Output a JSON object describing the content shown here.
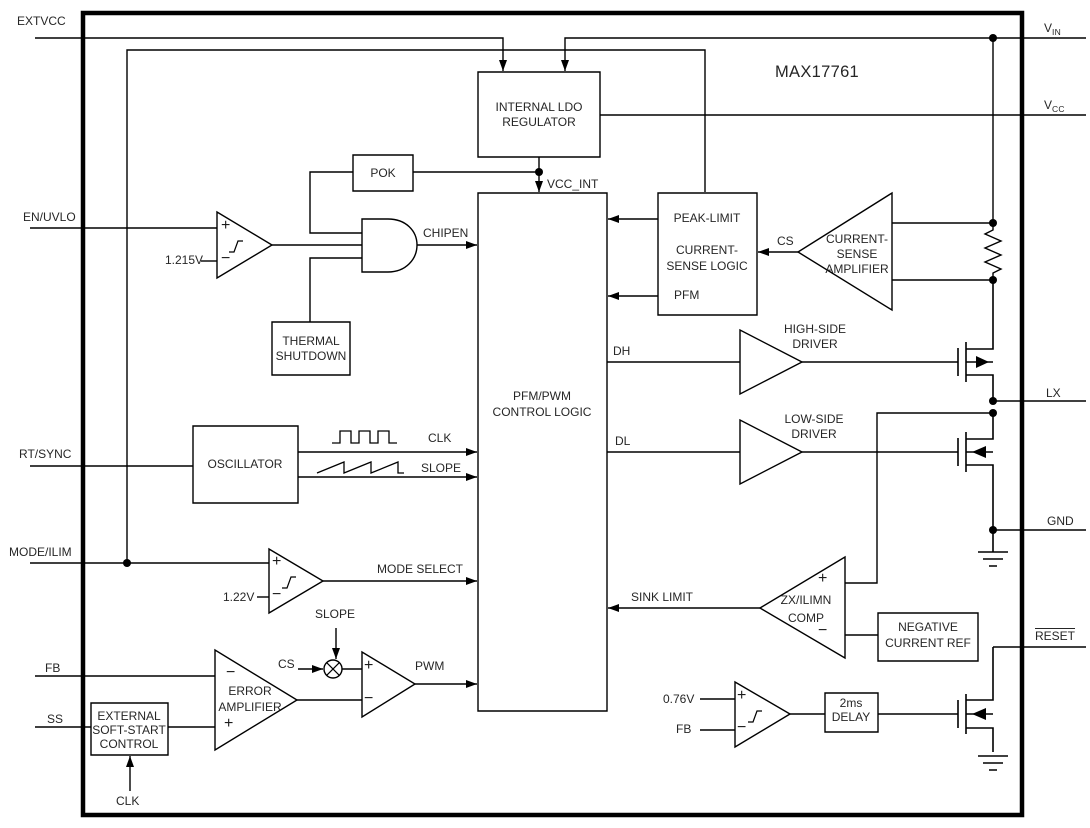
{
  "colors": {
    "line": "#000000",
    "text": "#262626",
    "background": "#ffffff"
  },
  "chip": {
    "title": "MAX17761"
  },
  "pins": {
    "extvcc": "EXTVCC",
    "en_uvlo": "EN/UVLO",
    "rt_sync": "RT/SYNC",
    "mode_ilim": "MODE/ILIM",
    "fb": "FB",
    "ss": "SS",
    "vin": {
      "main": "V",
      "sub": "IN"
    },
    "vcc": {
      "main": "V",
      "sub": "CC"
    },
    "lx": "LX",
    "gnd": "GND",
    "reset": "RESET"
  },
  "blocks": {
    "ldo": [
      "INTERNAL LDO",
      "REGULATOR"
    ],
    "pok": "POK",
    "thermal": [
      "THERMAL",
      "SHUTDOWN"
    ],
    "oscillator": "OSCILLATOR",
    "peak_limit": [
      "PEAK-LIMIT",
      "CURRENT-",
      "SENSE LOGIC"
    ],
    "control": [
      "PFM/PWM",
      "CONTROL LOGIC"
    ],
    "cs_amp": [
      "CURRENT-",
      "SENSE",
      "AMPLIFIER"
    ],
    "hs_driver": [
      "HIGH-SIDE",
      "DRIVER"
    ],
    "ls_driver": [
      "LOW-SIDE",
      "DRIVER"
    ],
    "zx_comp": [
      "ZX/ILIMN",
      "COMP"
    ],
    "neg_ref": [
      "NEGATIVE",
      "CURRENT REF"
    ],
    "error_amp": [
      "ERROR",
      "AMPLIFIER"
    ],
    "soft_start": [
      "EXTERNAL",
      "SOFT-START",
      "CONTROL"
    ],
    "delay": [
      "2ms",
      "DELAY"
    ]
  },
  "signals": {
    "chipen": "CHIPEN",
    "vcc_int": "VCC_INT",
    "clk": "CLK",
    "slope": "SLOPE",
    "mode_select": "MODE SELECT",
    "dh": "DH",
    "dl": "DL",
    "cs": "CS",
    "pfm": "PFM",
    "sink_limit": "SINK LIMIT",
    "pwm": "PWM"
  },
  "refs": {
    "en": "1.215V",
    "mode": "1.22V",
    "reset": "0.76V",
    "reset_fb": "FB"
  },
  "ops": {
    "plus": "+",
    "minus": "−"
  }
}
